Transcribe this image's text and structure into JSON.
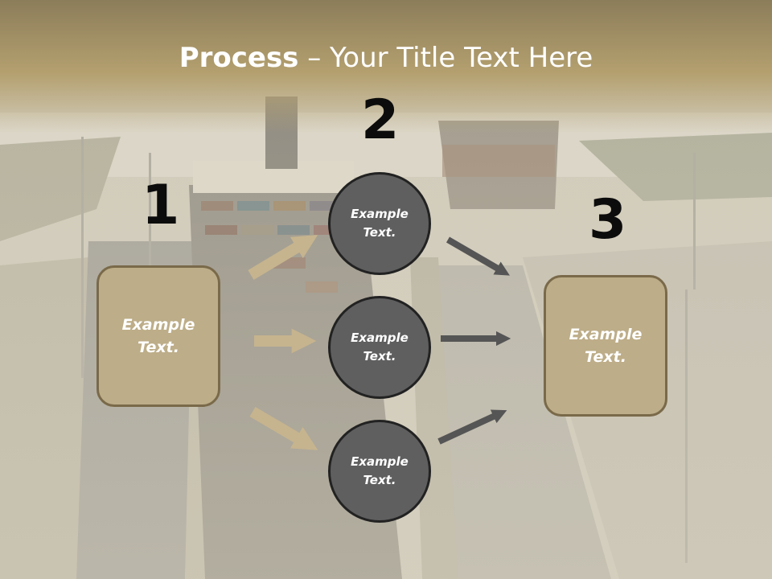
{
  "slide": {
    "title_bold": "Process",
    "title_rest": " – Your Title Text Here",
    "colors": {
      "header": "#b09a6a",
      "box_fill": "#bdad88",
      "circle_fill": "#5f5f5f",
      "tan_arrow": "#c6b48e",
      "gray_arrow": "#555555"
    }
  },
  "steps": {
    "one": "1",
    "two": "2",
    "three": "3"
  },
  "left_box": {
    "text": "Example\nText."
  },
  "circles": [
    {
      "text": "Example\nText."
    },
    {
      "text": "Example\nText."
    },
    {
      "text": "Example\nText."
    }
  ],
  "right_box": {
    "text": "Example\nText."
  }
}
